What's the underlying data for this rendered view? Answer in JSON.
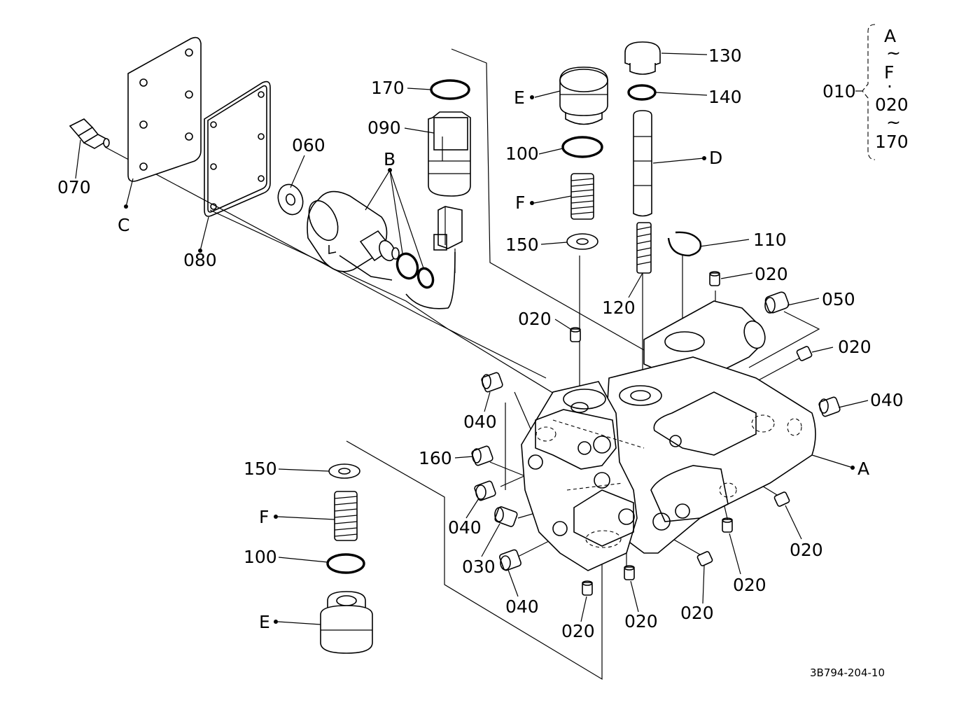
{
  "drawing_number": "3B794-204-10",
  "callouts": {
    "p170": "170",
    "p090": "090",
    "p060": "060",
    "pB": "B",
    "p070": "070",
    "pC": "C",
    "p080": "080",
    "pE_top": "E",
    "p100_top": "100",
    "pF_top": "F",
    "p150_top": "150",
    "p130": "130",
    "p140": "140",
    "pD": "D",
    "p110": "110",
    "p120": "120",
    "p020_a": "020",
    "p050": "050",
    "p020_b": "020",
    "p020_c": "020",
    "p040_a": "040",
    "p040_b": "040",
    "pA": "A",
    "p160": "160",
    "p040_c": "040",
    "p030": "030",
    "p040_d": "040",
    "p020_d": "020",
    "p020_e": "020",
    "p020_f": "020",
    "p020_g": "020",
    "p020_h": "020",
    "p150_bot": "150",
    "pF_bot": "F",
    "p100_bot": "100",
    "pE_bot": "E"
  },
  "assembly_key": {
    "group": "010",
    "line1": "A",
    "line2": "~",
    "line3": "F",
    "line4": "·",
    "line5": "020",
    "line6": "~",
    "line7": "170"
  }
}
